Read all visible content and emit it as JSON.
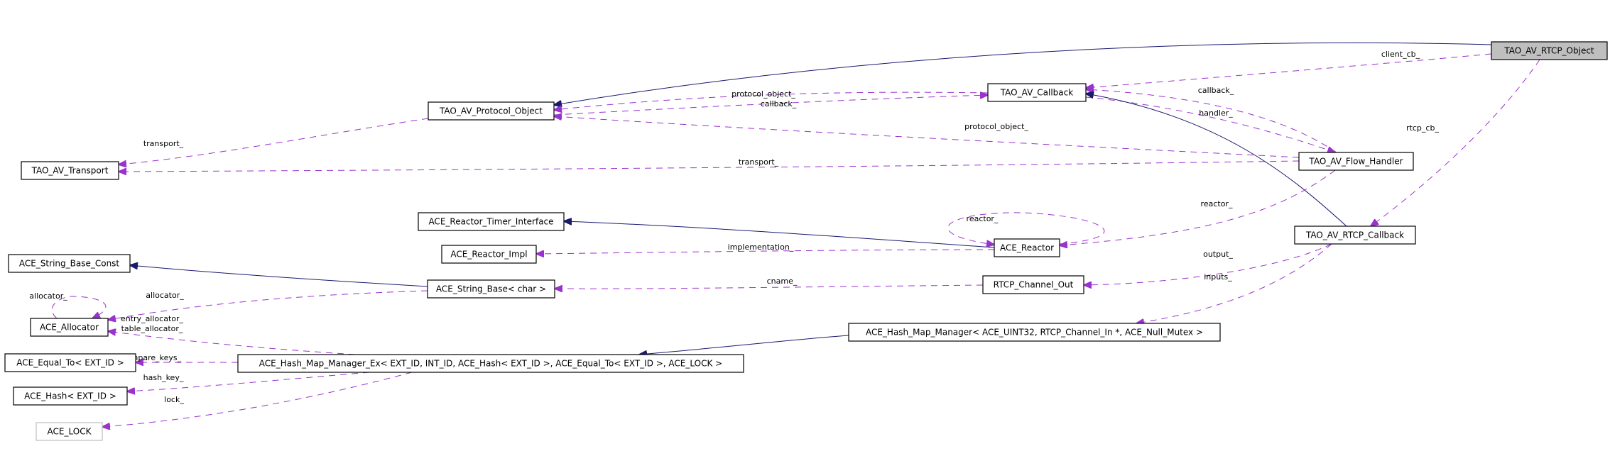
{
  "diagram": {
    "type": "collaboration-graph",
    "colors": {
      "inheritance_edge": "#191970",
      "usage_edge": "#9a32cd",
      "focus_fill": "#bfbfbf",
      "node_border": "#000000",
      "ghost_border": "#bfbfbf"
    },
    "nodes": [
      {
        "id": "rtcp_object",
        "label": "TAO_AV_RTCP_Object",
        "style": "focus"
      },
      {
        "id": "callback",
        "label": "TAO_AV_Callback",
        "style": "normal"
      },
      {
        "id": "protocol_object",
        "label": "TAO_AV_Protocol_Object",
        "style": "normal"
      },
      {
        "id": "transport",
        "label": "TAO_AV_Transport",
        "style": "normal"
      },
      {
        "id": "flow_handler",
        "label": "TAO_AV_Flow_Handler",
        "style": "normal"
      },
      {
        "id": "timer_interface",
        "label": "ACE_Reactor_Timer_Interface",
        "style": "normal"
      },
      {
        "id": "reactor",
        "label": "ACE_Reactor",
        "style": "normal"
      },
      {
        "id": "reactor_impl",
        "label": "ACE_Reactor_Impl",
        "style": "normal"
      },
      {
        "id": "rtcp_callback",
        "label": "TAO_AV_RTCP_Callback",
        "style": "normal"
      },
      {
        "id": "string_base_const",
        "label": "ACE_String_Base_Const",
        "style": "normal"
      },
      {
        "id": "string_base",
        "label": "ACE_String_Base< char >",
        "style": "normal"
      },
      {
        "id": "channel_out",
        "label": "RTCP_Channel_Out",
        "style": "normal"
      },
      {
        "id": "allocator",
        "label": "ACE_Allocator",
        "style": "normal"
      },
      {
        "id": "hash_map_manager",
        "label": "ACE_Hash_Map_Manager< ACE_UINT32, RTCP_Channel_In *, ACE_Null_Mutex >",
        "style": "normal"
      },
      {
        "id": "equal_to",
        "label": "ACE_Equal_To< EXT_ID >",
        "style": "normal"
      },
      {
        "id": "hash_map_manager_ex",
        "label": "ACE_Hash_Map_Manager_Ex< EXT_ID, INT_ID, ACE_Hash< EXT_ID >, ACE_Equal_To< EXT_ID >, ACE_LOCK >",
        "style": "normal"
      },
      {
        "id": "hash",
        "label": "ACE_Hash< EXT_ID >",
        "style": "normal"
      },
      {
        "id": "lock",
        "label": "ACE_LOCK",
        "style": "ghost"
      }
    ],
    "edges": [
      {
        "id": "e1",
        "from": "rtcp_object",
        "to": "protocol_object",
        "kind": "inheritance",
        "label": ""
      },
      {
        "id": "e2",
        "from": "rtcp_object",
        "to": "callback",
        "kind": "usage",
        "label": "client_cb_"
      },
      {
        "id": "e3",
        "from": "rtcp_object",
        "to": "rtcp_callback",
        "kind": "usage",
        "label": "rtcp_cb_"
      },
      {
        "id": "e4",
        "from": "callback",
        "to": "protocol_object",
        "kind": "usage",
        "label": "protocol_object_"
      },
      {
        "id": "e5",
        "from": "protocol_object",
        "to": "callback",
        "kind": "usage",
        "label": "callback_"
      },
      {
        "id": "e6",
        "from": "flow_handler",
        "to": "callback",
        "kind": "usage",
        "label": "callback_"
      },
      {
        "id": "e7",
        "from": "callback",
        "to": "flow_handler",
        "kind": "usage",
        "label": "handler_"
      },
      {
        "id": "e8",
        "from": "flow_handler",
        "to": "protocol_object",
        "kind": "usage",
        "label": "protocol_object_"
      },
      {
        "id": "e9",
        "from": "protocol_object",
        "to": "transport",
        "kind": "usage",
        "label": "transport_"
      },
      {
        "id": "e10",
        "from": "flow_handler",
        "to": "transport",
        "kind": "usage",
        "label": "transport_"
      },
      {
        "id": "e11",
        "from": "rtcp_callback",
        "to": "callback",
        "kind": "inheritance",
        "label": ""
      },
      {
        "id": "e12",
        "from": "reactor",
        "to": "timer_interface",
        "kind": "inheritance",
        "label": ""
      },
      {
        "id": "e13",
        "from": "reactor",
        "to": "reactor",
        "kind": "usage",
        "label": "reactor_"
      },
      {
        "id": "e14",
        "from": "flow_handler",
        "to": "reactor",
        "kind": "usage",
        "label": "reactor_"
      },
      {
        "id": "e15",
        "from": "reactor",
        "to": "reactor_impl",
        "kind": "usage",
        "label": "implementation_"
      },
      {
        "id": "e16",
        "from": "string_base",
        "to": "string_base_const",
        "kind": "inheritance",
        "label": ""
      },
      {
        "id": "e17",
        "from": "channel_out",
        "to": "string_base",
        "kind": "usage",
        "label": "cname_"
      },
      {
        "id": "e18",
        "from": "rtcp_callback",
        "to": "channel_out",
        "kind": "usage",
        "label": "output_"
      },
      {
        "id": "e19",
        "from": "rtcp_callback",
        "to": "hash_map_manager",
        "kind": "usage",
        "label": "inputs_"
      },
      {
        "id": "e20",
        "from": "allocator",
        "to": "allocator",
        "kind": "usage",
        "label": "allocator_"
      },
      {
        "id": "e21",
        "from": "string_base",
        "to": "allocator",
        "kind": "usage",
        "label": "allocator_"
      },
      {
        "id": "e22",
        "from": "hash_map_manager_ex",
        "to": "allocator",
        "kind": "usage",
        "label": "entry_allocator_\ntable_allocator_"
      },
      {
        "id": "e23",
        "from": "hash_map_manager",
        "to": "hash_map_manager_ex",
        "kind": "inheritance",
        "label": ""
      },
      {
        "id": "e24",
        "from": "hash_map_manager_ex",
        "to": "equal_to",
        "kind": "usage",
        "label": "compare_keys_"
      },
      {
        "id": "e25",
        "from": "hash_map_manager_ex",
        "to": "hash",
        "kind": "usage",
        "label": "hash_key_"
      },
      {
        "id": "e26",
        "from": "hash_map_manager_ex",
        "to": "lock",
        "kind": "usage",
        "label": "lock_"
      }
    ]
  }
}
